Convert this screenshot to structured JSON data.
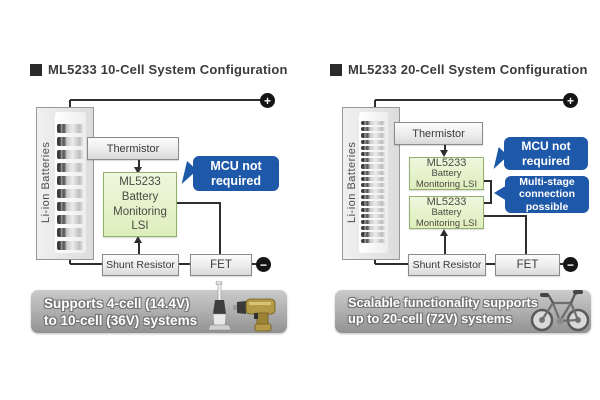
{
  "colors": {
    "callout_blue": "#1e58a8",
    "lsi_green_fill": "#e6f3cd",
    "lsi_green_border": "#93af70",
    "wire": "#2e2e2e"
  },
  "panels": [
    {
      "title": "ML5233 10-Cell System Configuration",
      "battery": {
        "label": "Li-ion Batteries",
        "cell_count": 10
      },
      "thermistor_label": "Thermistor",
      "lsi_boxes": [
        {
          "lines": [
            "ML5233",
            "Battery",
            "Monitoring",
            "LSI"
          ]
        }
      ],
      "callouts": [
        {
          "lines": [
            "MCU not",
            "required"
          ]
        }
      ],
      "shunt_label": "Shunt Resistor",
      "fet_label": "FET",
      "plus_terminal": "+",
      "minus_terminal": "−",
      "banner": {
        "line1": "Supports 4-cell (14.4V)",
        "line2": "to 10-cell (36V) systems",
        "icons": [
          "stick-vacuum-icon",
          "electric-drill-icon"
        ]
      }
    },
    {
      "title": "ML5233 20-Cell System Configuration",
      "battery": {
        "label": "Li-ion Batteries",
        "cell_count": 20
      },
      "thermistor_label": "Thermistor",
      "lsi_boxes": [
        {
          "lines": [
            "ML5233",
            "Battery",
            "Monitoring LSI"
          ]
        },
        {
          "lines": [
            "ML5233",
            "Battery",
            "Monitoring LSI"
          ]
        }
      ],
      "callouts": [
        {
          "lines": [
            "MCU not",
            "required"
          ]
        },
        {
          "lines": [
            "Multi-stage",
            "connection",
            "possible"
          ]
        }
      ],
      "shunt_label": "Shunt Resistor",
      "fet_label": "FET",
      "plus_terminal": "+",
      "minus_terminal": "−",
      "banner": {
        "line1": "Scalable functionality supports",
        "line2": "up to 20-cell (72V) systems",
        "icons": [
          "bicycle-icon"
        ]
      }
    }
  ]
}
